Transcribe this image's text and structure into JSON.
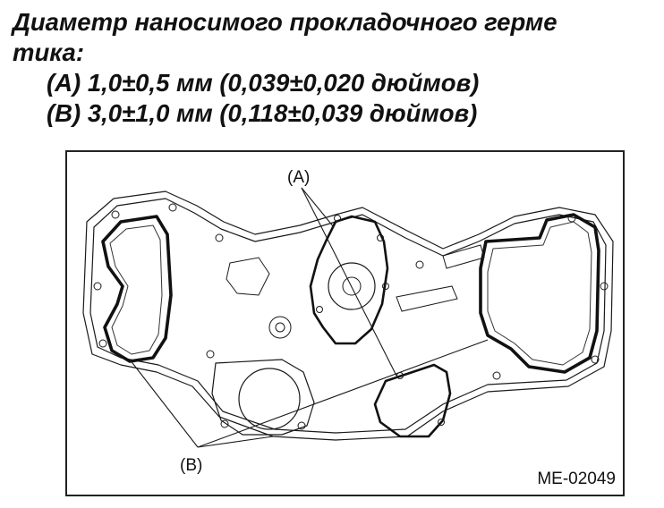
{
  "heading": {
    "line1": "Диаметр наносимого прокладочного герме",
    "line2": "тика:",
    "spec_a": "(A) 1,0±0,5 мм (0,039±0,020 дюймов)",
    "spec_b": "(B) 3,0±1,0 мм (0,118±0,039 дюймов)"
  },
  "figure": {
    "label_a": "(A)",
    "label_b": "(B)",
    "code": "ME-02049",
    "colors": {
      "line": "#1a1a1a",
      "thin_line": "#333333",
      "background": "#ffffff"
    }
  }
}
